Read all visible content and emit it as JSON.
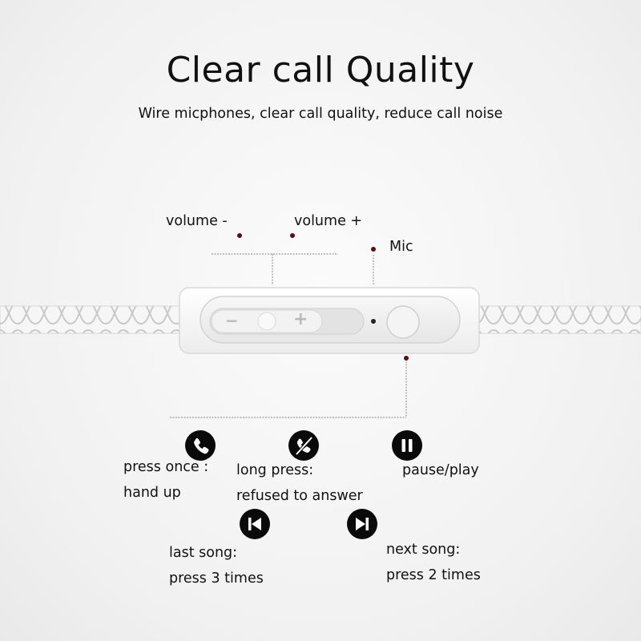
{
  "title": "Clear call Quality",
  "subtitle": "Wire micphones, clear call quality, reduce call noise",
  "callouts": {
    "volume_down": "volume -",
    "volume_up": "volume +",
    "mic": "Mic"
  },
  "remote": {
    "minus_symbol": "−",
    "plus_symbol": "+"
  },
  "functions": {
    "hang_up": {
      "icon": "phone-icon",
      "line1": "press once :",
      "line2": "hand up"
    },
    "refuse": {
      "icon": "phone-declined-icon",
      "line1": "long press:",
      "line2": "refused to answer"
    },
    "pause_play": {
      "icon": "pause-icon",
      "line1": "pause/play"
    },
    "last_song": {
      "icon": "previous-track-icon",
      "line1": "last song:",
      "line2": "press 3 times"
    },
    "next_song": {
      "icon": "next-track-icon",
      "line1": "next song:",
      "line2": "press 2 times"
    }
  },
  "colors": {
    "callout_dot": "#5a1010",
    "icon_fill": "#0a0a0a"
  }
}
